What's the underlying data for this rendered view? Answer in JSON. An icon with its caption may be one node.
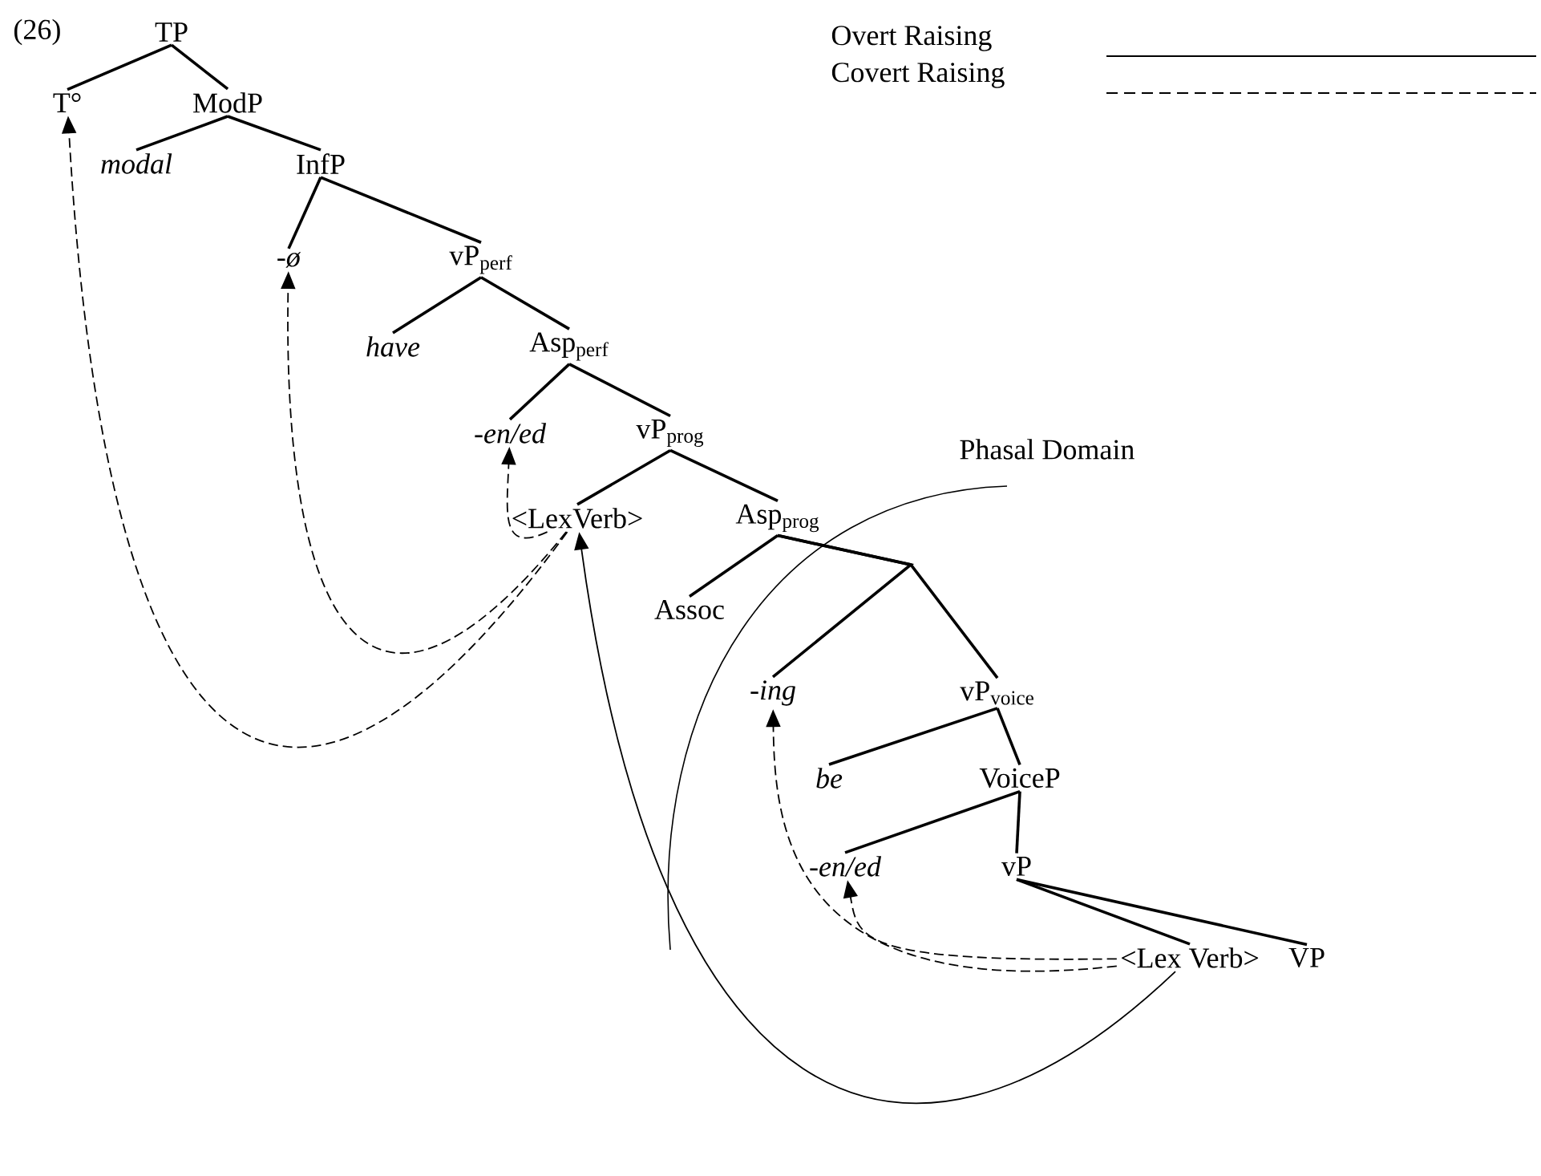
{
  "diagram": {
    "nodes": [
      {
        "text": [
          "TP"
        ]
      },
      {
        "text": [
          "T°"
        ]
      },
      {
        "text": [
          "ModP"
        ]
      },
      {
        "text": [
          "modal"
        ]
      },
      {
        "text": [
          "InfP"
        ]
      },
      {
        "text": [
          "-*ø*"
        ]
      },
      {
        "text": [
          "vP$_{perf}$"
        ]
      },
      {
        "text": [
          "have"
        ]
      },
      {
        "text": [
          "Asp$_{perf}$"
        ]
      },
      {
        "text": [
          "-*en/ed*"
        ]
      },
      {
        "text": [
          "vP$_{prog}$"
        ]
      },
      {
        "text": [
          "<LexVerb>"
        ]
      },
      {
        "text": [
          "Asp$_{prog}$"
        ]
      },
      {
        "text": [
          "Assoc"
        ]
      },
      {
        "text": [
          "-*ing*"
        ]
      },
      {
        "text": [
          "vP$_{voice}$"
        ]
      },
      {
        "text": [
          "be"
        ]
      },
      {
        "text": [
          "VoiceP"
        ]
      },
      {
        "text": [
          "-*en/ed*"
        ]
      },
      {
        "text": [
          "vP"
        ]
      },
      {
        "text": [
          "<Lex Verb>"
        ]
      },
      {
        "text": [
          "VP"
        ]
      }
    ],
    "edges": [
      {
        "from": 0,
        "to": 1,
        "arrow": "none"
      },
      {
        "from": 0,
        "to": 2,
        "arrow": "none"
      },
      {
        "from": 2,
        "to": 3,
        "arrow": "none"
      },
      {
        "from": 2,
        "to": 4,
        "arrow": "none"
      },
      {
        "from": 4,
        "to": 5,
        "arrow": "none"
      },
      {
        "from": 4,
        "to": 6,
        "arrow": "none"
      },
      {
        "from": 6,
        "to": 7,
        "arrow": "none"
      },
      {
        "from": 6,
        "to": 8,
        "arrow": "none"
      },
      {
        "from": 8,
        "to": 9,
        "arrow": "none"
      },
      {
        "from": 8,
        "to": 10,
        "arrow": "none"
      },
      {
        "from": 10,
        "to": 11,
        "arrow": "none"
      },
      {
        "from": 10,
        "to": 12,
        "arrow": "none"
      },
      {
        "from": 12,
        "to": 13,
        "arrow": "none"
      },
      {
        "from": 12,
        "to": 14,
        "arrow": "none"
      },
      {
        "from": 12,
        "to": 15,
        "arrow": "none"
      },
      {
        "from": 15,
        "to": 16,
        "arrow": "none"
      },
      {
        "from": 15,
        "to": 17,
        "arrow": "none"
      },
      {
        "from": 17,
        "to": 18,
        "arrow": "none"
      },
      {
        "from": 17,
        "to": 19,
        "arrow": "none"
      },
      {
        "from": 19,
        "to": 20,
        "arrow": "none"
      },
      {
        "from": 19,
        "to": 21,
        "arrow": "none"
      },
      {
        "from": 11,
        "to": 1,
        "arrow": "to",
        "style": "dashed"
      },
      {
        "from": 11,
        "to": 5,
        "arrow": "to",
        "style": "dashed"
      },
      {
        "from": 11,
        "to": 9,
        "arrow": "to",
        "style": "dashed"
      },
      {
        "from": 20,
        "to": 11,
        "arrow": "to"
      },
      {
        "from": 20,
        "to": 14,
        "arrow": "to",
        "style": "dashed"
      },
      {
        "from": 20,
        "to": 18,
        "arrow": "to",
        "style": "dashed"
      }
    ],
    "labels": [
      "(26)",
      "Phasal Domain"
    ],
    "legend": [
      {
        "text": "Overt Raising"
      },
      {
        "text": "Covert Raising"
      }
    ]
  }
}
